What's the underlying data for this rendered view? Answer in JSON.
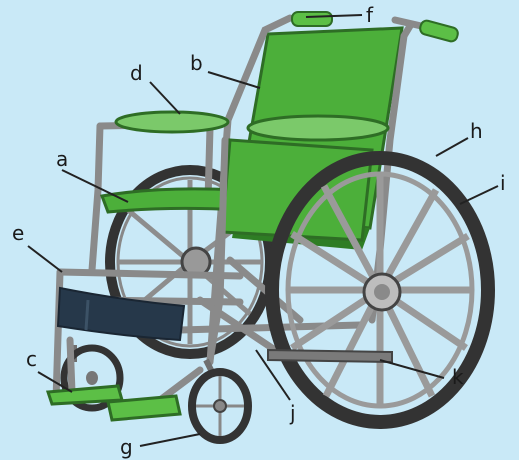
{
  "diagram": {
    "title": "",
    "colors": {
      "background": "#c9e9f7",
      "frame": "#8c8c8c",
      "frame_dark": "#3d3d3d",
      "seat": "#4caf3a",
      "seat_dark": "#2e7d24",
      "pad": "#7bc96a",
      "tire": "#3a3a3a",
      "strap": "#2a3a4a"
    },
    "labels": {
      "a": "a",
      "b": "b",
      "c": "c",
      "d": "d",
      "e": "e",
      "f": "f",
      "g": "g",
      "h": "h",
      "i": "i",
      "j": "j",
      "k": "k"
    }
  }
}
